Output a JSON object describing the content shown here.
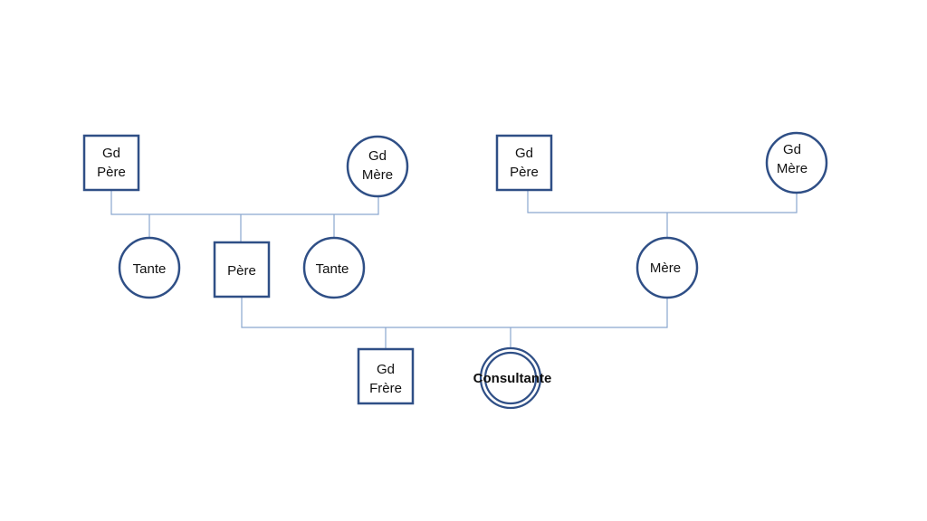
{
  "colors": {
    "shape_stroke": "#2f4f86",
    "connector": "#8aa6cf",
    "text": "#111111",
    "background": "#ffffff"
  },
  "nodes": {
    "pat_grandfather": {
      "line1": "Gd",
      "line2": "Père",
      "shape": "square"
    },
    "pat_grandmother": {
      "line1": "Gd",
      "line2": "Mère",
      "shape": "circle"
    },
    "mat_grandfather": {
      "line1": "Gd",
      "line2": "Père",
      "shape": "square"
    },
    "mat_grandmother": {
      "line1": "Gd",
      "line2": "Mère",
      "shape": "circle"
    },
    "aunt_1": {
      "label": "Tante",
      "shape": "circle"
    },
    "father": {
      "label": "Père",
      "shape": "square"
    },
    "aunt_2": {
      "label": "Tante",
      "shape": "circle"
    },
    "mother": {
      "label": "Mère",
      "shape": "circle"
    },
    "brother": {
      "line1": "Gd",
      "line2": "Frère",
      "shape": "square"
    },
    "consultante": {
      "label": "Consultante",
      "shape": "double-circle"
    }
  }
}
